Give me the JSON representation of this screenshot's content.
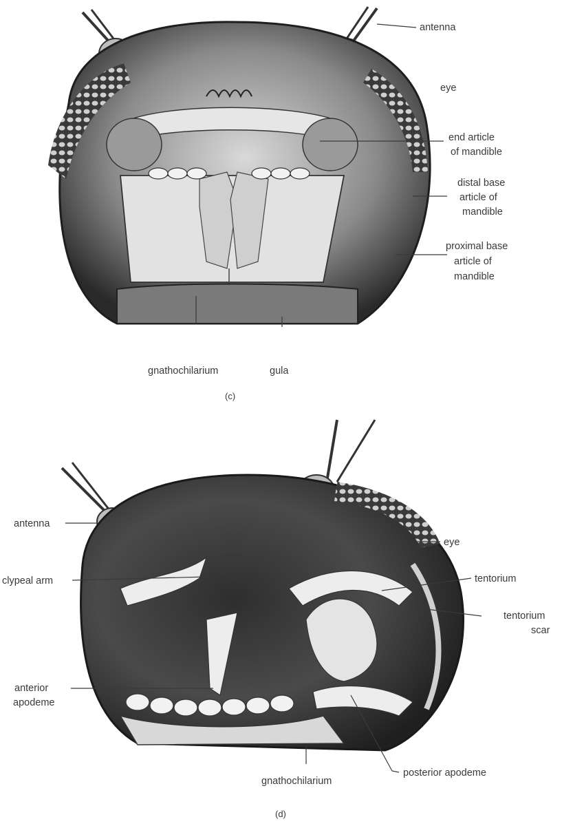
{
  "panel_c": {
    "labels": {
      "antenna": "antenna",
      "eye": "eye",
      "end_article_1": "end article",
      "end_article_2": "of mandible",
      "distal_1": "distal base",
      "distal_2": "article of",
      "distal_3": "mandible",
      "proximal_1": "proximal base",
      "proximal_2": "article of",
      "proximal_3": "mandible",
      "gnathochilarium": "gnathochilarium",
      "gula": "gula"
    },
    "caption": "(c)"
  },
  "panel_d": {
    "labels": {
      "antenna": "antenna",
      "eye": "eye",
      "clypeal_arm": "clypeal arm",
      "tentorium": "tentorium",
      "tentorium_scar_1": "tentorium",
      "tentorium_scar_2": "scar",
      "anterior_apodeme_1": "anterior",
      "anterior_apodeme_2": "apodeme",
      "posterior_apodeme": "posterior apodeme",
      "gnathochilarium": "gnathochilarium"
    },
    "caption": "(d)"
  }
}
